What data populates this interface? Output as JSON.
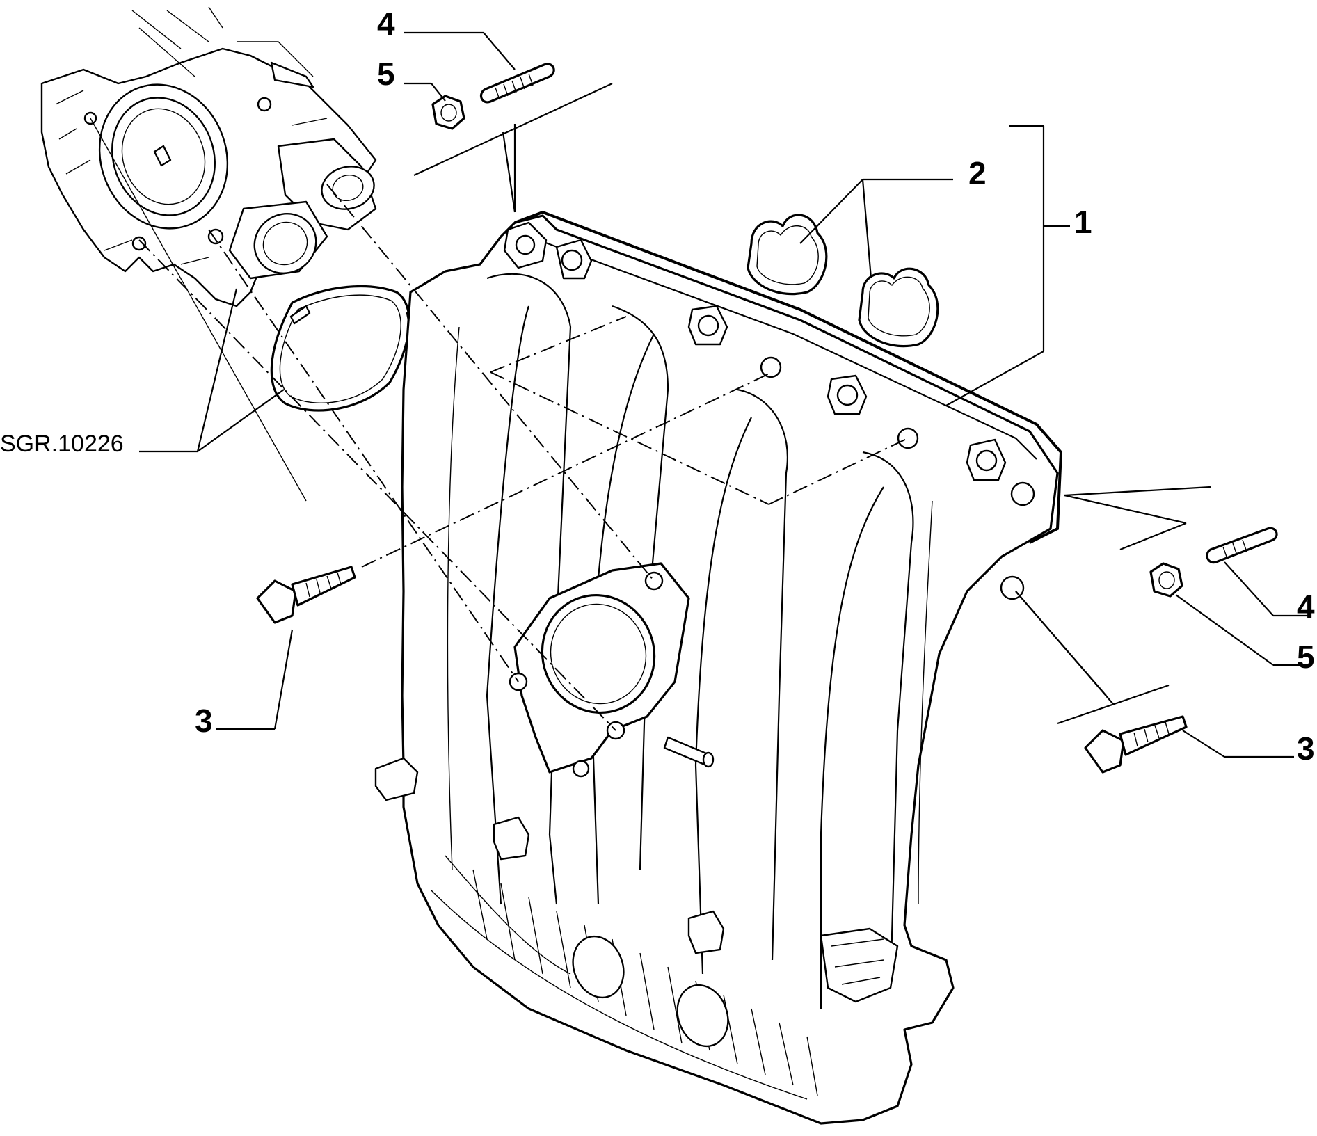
{
  "diagram": {
    "reference_code": "SGR.10226",
    "callouts": {
      "manifold": "1",
      "gaskets": "2",
      "bolt_left": "3",
      "bolt_right": "3",
      "stud_top": "4",
      "stud_right": "4",
      "nut_top": "5",
      "nut_right": "5"
    }
  }
}
